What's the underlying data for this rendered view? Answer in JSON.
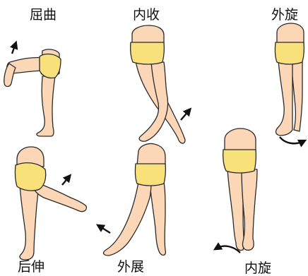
{
  "labels": {
    "flexion": "屈曲",
    "adduction": "内收",
    "external_rotation": "外旋",
    "extension": "后伸",
    "abduction": "外展",
    "internal_rotation": "内旋"
  },
  "colors": {
    "skin": "#fbd7b8",
    "skin_shade": "#f6c4a0",
    "shorts": "#f8e17a",
    "outline": "#2a2a2a",
    "arrow": "#111111",
    "background": "#ffffff"
  }
}
